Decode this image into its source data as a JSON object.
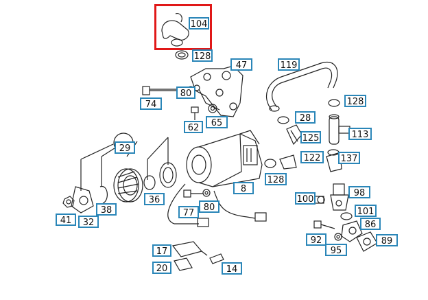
{
  "highlight_color": "#e01818",
  "callout_border_color": "#2a86b8",
  "callouts": [
    {
      "id": "c104",
      "label": "104"
    },
    {
      "id": "c128a",
      "label": "128"
    },
    {
      "id": "c47",
      "label": "47"
    },
    {
      "id": "c119",
      "label": "119"
    },
    {
      "id": "c80a",
      "label": "80"
    },
    {
      "id": "c74",
      "label": "74"
    },
    {
      "id": "c128b",
      "label": "128"
    },
    {
      "id": "c62",
      "label": "62"
    },
    {
      "id": "c65",
      "label": "65"
    },
    {
      "id": "c28",
      "label": "28"
    },
    {
      "id": "c113",
      "label": "113"
    },
    {
      "id": "c125",
      "label": "125"
    },
    {
      "id": "c29",
      "label": "29"
    },
    {
      "id": "c122",
      "label": "122"
    },
    {
      "id": "c137",
      "label": "137"
    },
    {
      "id": "c128c",
      "label": "128"
    },
    {
      "id": "c8",
      "label": "8"
    },
    {
      "id": "c98",
      "label": "98"
    },
    {
      "id": "c100",
      "label": "100"
    },
    {
      "id": "c36",
      "label": "36"
    },
    {
      "id": "c38",
      "label": "38"
    },
    {
      "id": "c77",
      "label": "77"
    },
    {
      "id": "c80b",
      "label": "80"
    },
    {
      "id": "c101",
      "label": "101"
    },
    {
      "id": "c41",
      "label": "41"
    },
    {
      "id": "c32",
      "label": "32"
    },
    {
      "id": "c86",
      "label": "86"
    },
    {
      "id": "c92",
      "label": "92"
    },
    {
      "id": "c89",
      "label": "89"
    },
    {
      "id": "c95",
      "label": "95"
    },
    {
      "id": "c17",
      "label": "17"
    },
    {
      "id": "c20",
      "label": "20"
    },
    {
      "id": "c14",
      "label": "14"
    }
  ]
}
